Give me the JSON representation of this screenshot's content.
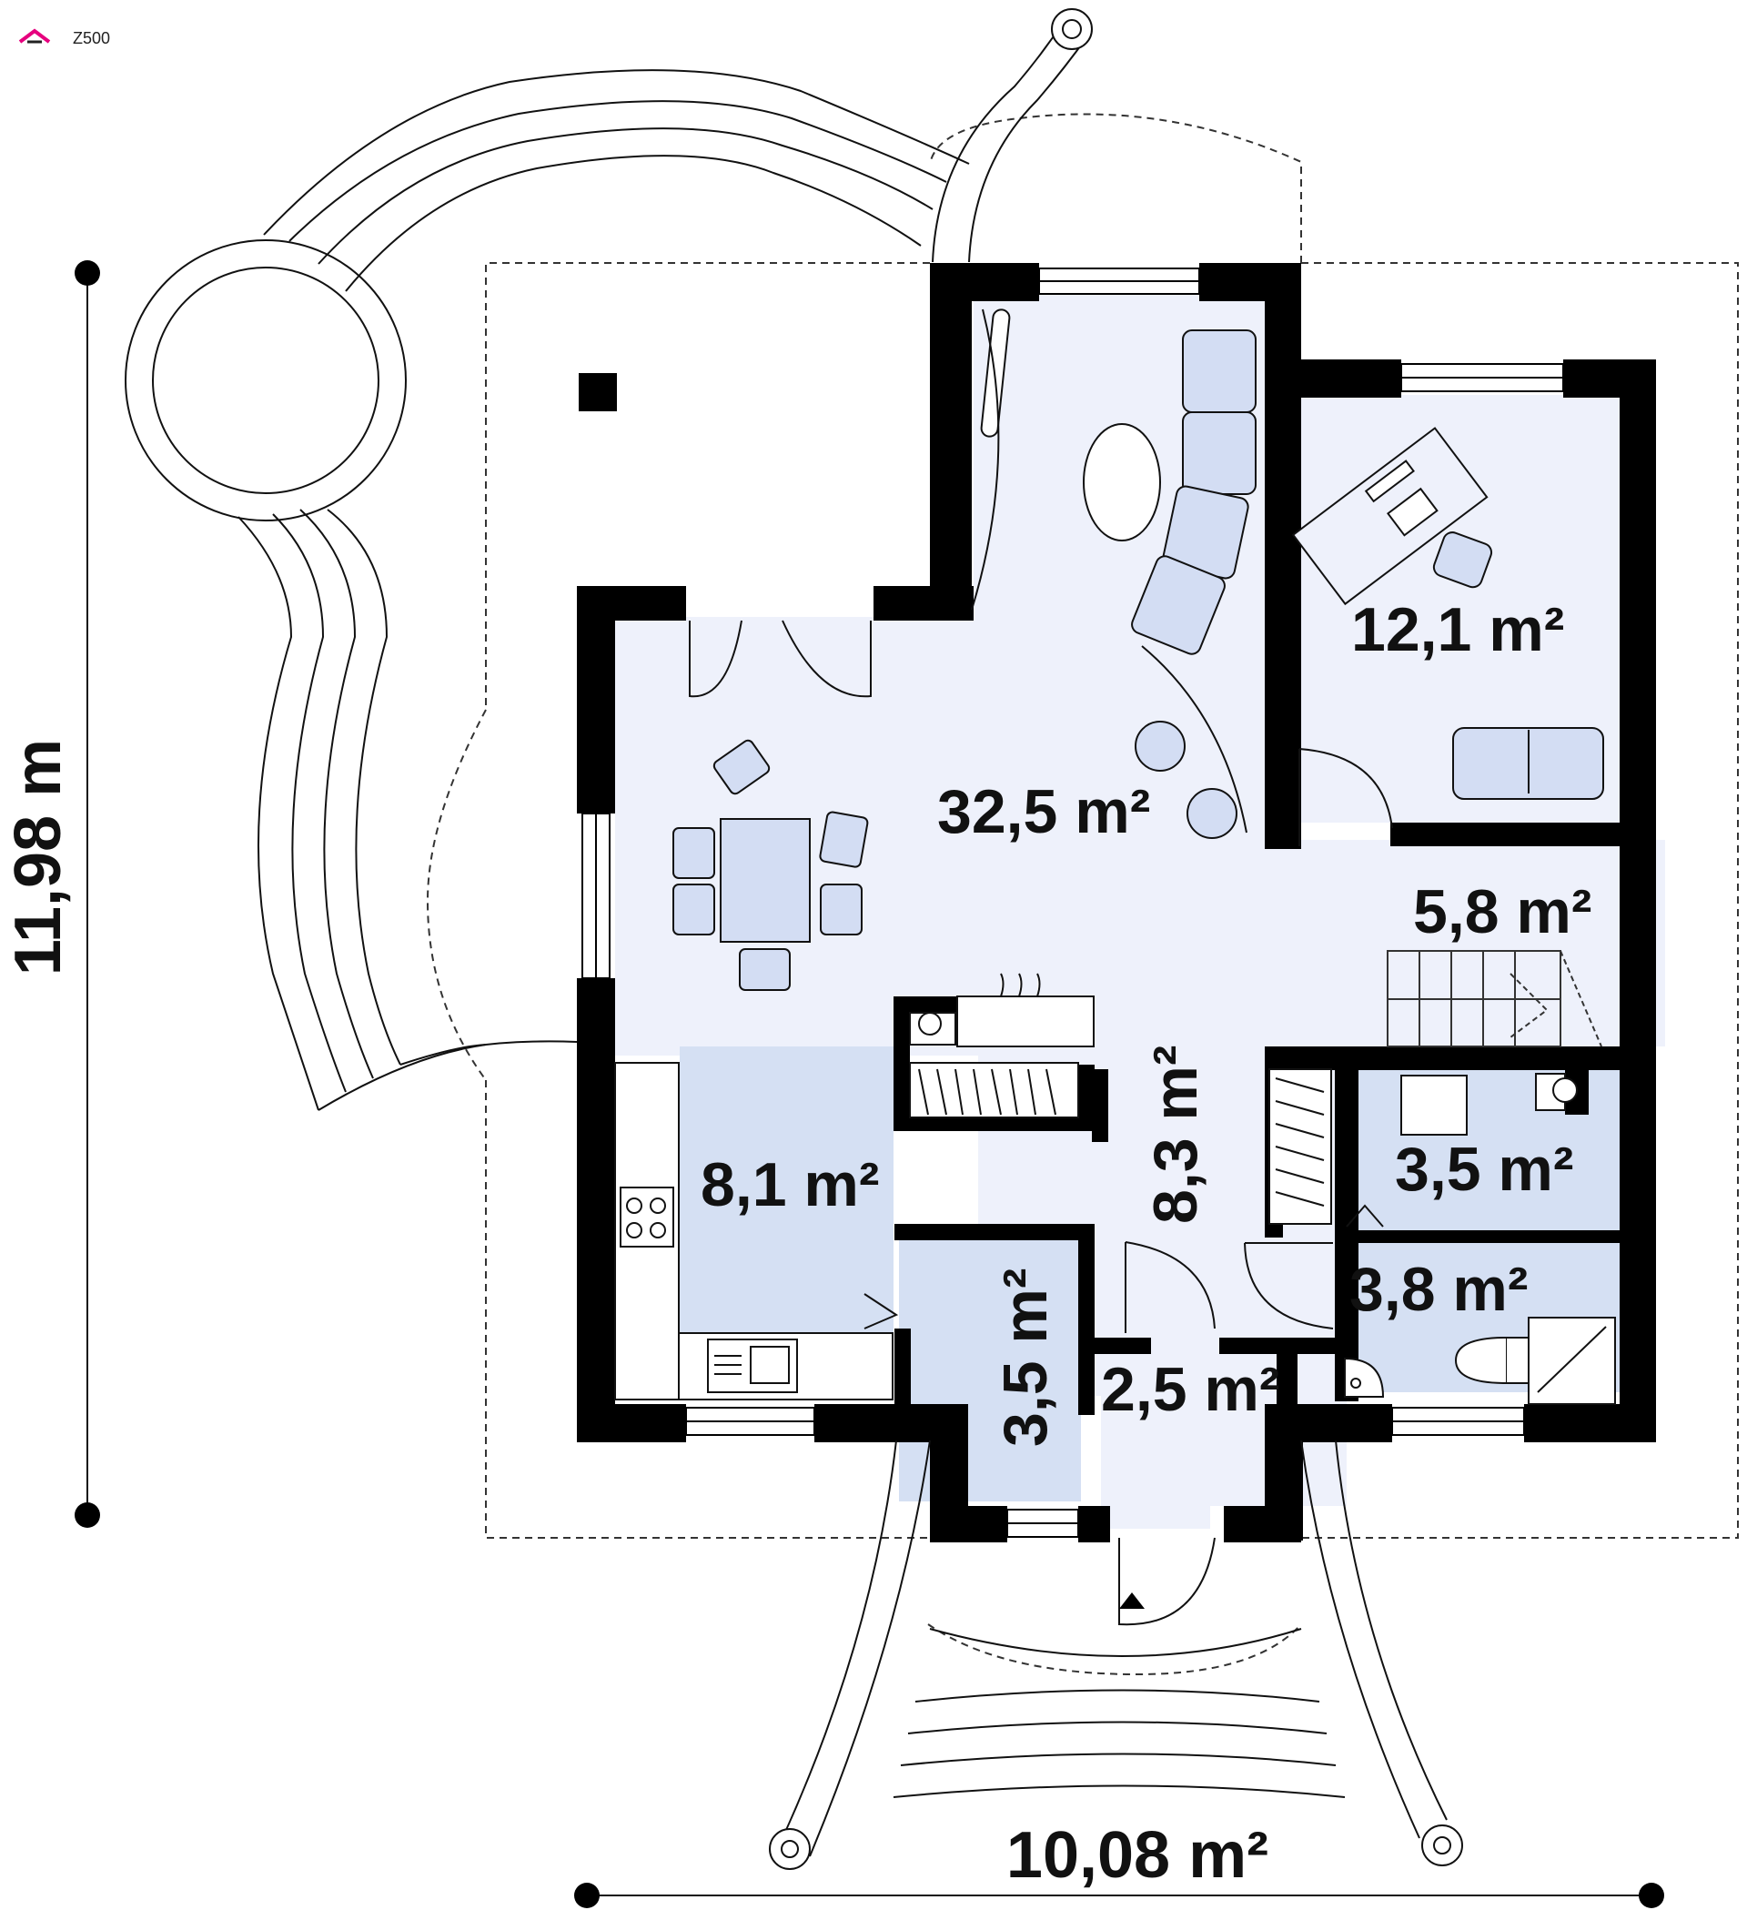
{
  "logo": {
    "text": "Z500",
    "accent": "#e6007e"
  },
  "rooms": {
    "living": "32,5 m²",
    "office": "12,1 m²",
    "stairs": "5,8 m²",
    "hall": "8,3 m²",
    "kitchen": "8,1 m²",
    "bath_small": "3,5 m²",
    "bath": "3,8 m²",
    "pantry": "3,5 m²",
    "vestibule": "2,5 m²"
  },
  "dimensions": {
    "depth": "11,98 m",
    "width": "10,08 m²"
  },
  "colors": {
    "wall": "#000000",
    "floor_light": "#eef1fb",
    "floor_medium": "#d5e0f3",
    "furniture": "#d3ddf3",
    "line": "#111111"
  }
}
